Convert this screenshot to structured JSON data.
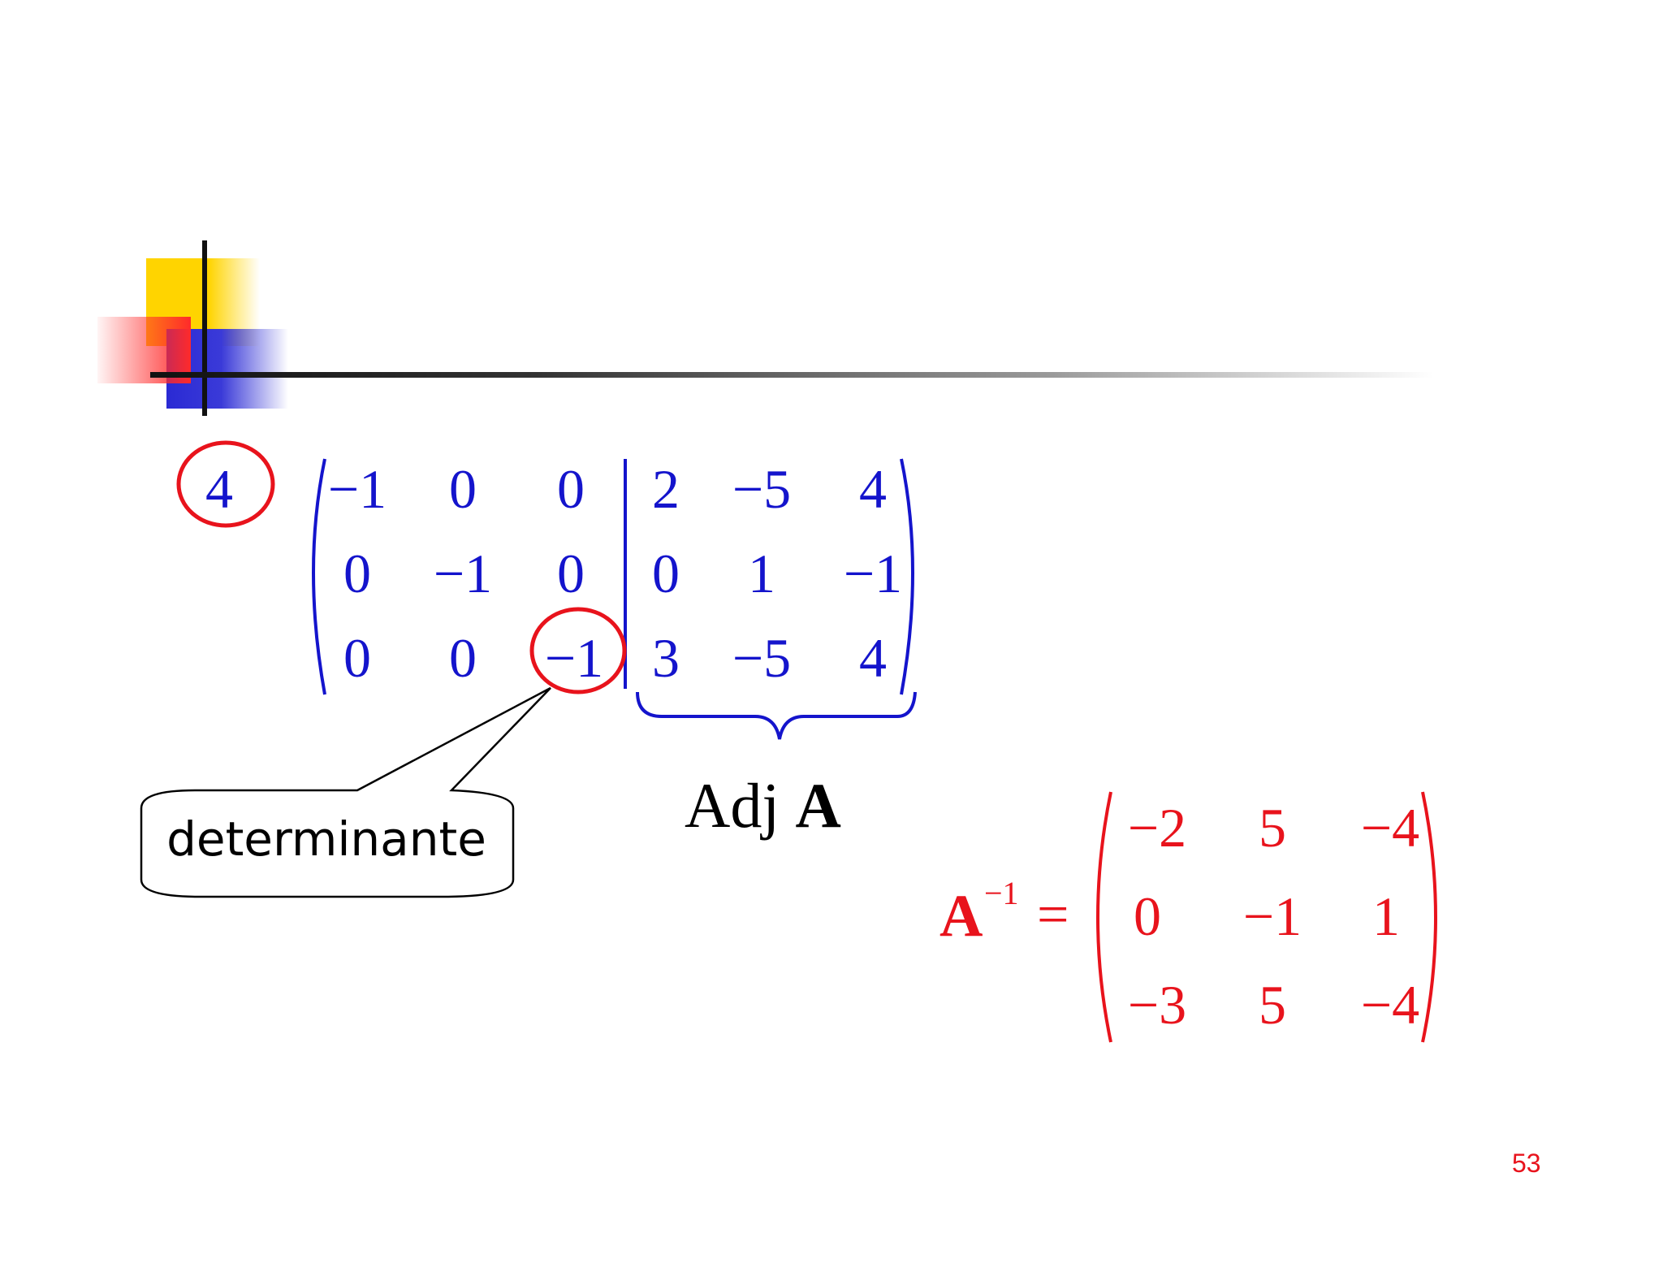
{
  "determinant_value": "4",
  "augmented_matrix": {
    "left": [
      [
        "−1",
        "0",
        "0"
      ],
      [
        "0",
        "−1",
        "0"
      ],
      [
        "0",
        "0",
        "−1"
      ]
    ],
    "right": [
      [
        "2",
        "−5",
        "4"
      ],
      [
        "0",
        "1",
        "−1"
      ],
      [
        "3",
        "−5",
        "4"
      ]
    ],
    "color": "#1414cc"
  },
  "adj_label": {
    "prefix": "Adj",
    "bold": "A"
  },
  "callout": {
    "text": "determinante"
  },
  "inverse": {
    "label": "A",
    "exponent": "−1",
    "equals": "=",
    "matrix": [
      [
        "−2",
        "5",
        "−4"
      ],
      [
        "0",
        "−1",
        "1"
      ],
      [
        "−3",
        "5",
        "−4"
      ]
    ],
    "color": "#e8131c"
  },
  "page_number": "53",
  "colors": {
    "accent_red": "#e8131c",
    "matrix_blue": "#1414cc",
    "decor_yellow": "#ffd400",
    "decor_blue": "#2a2ad4"
  }
}
